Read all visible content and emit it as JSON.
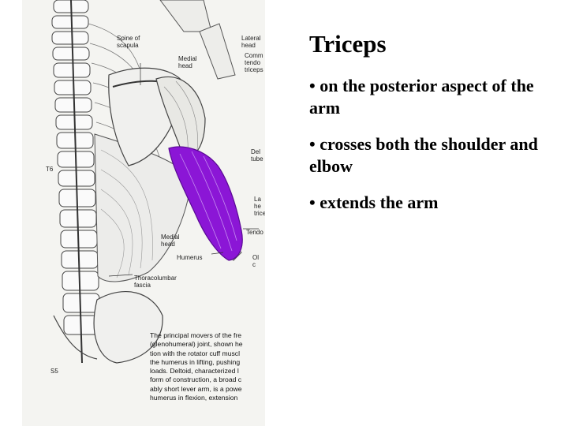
{
  "slide": {
    "title": "Triceps",
    "bullets": [
      "• on the posterior aspect of the arm",
      "• crosses both the shoulder and elbow",
      "• extends the arm"
    ]
  },
  "figure": {
    "labels": {
      "spine_of_scapula": "Spine of\nscapula",
      "medial_head_top": "Medial\nhead",
      "lateral_head_top": "Lateral\nhead",
      "common_tendon": "Comm\ntendo\ntriceps b",
      "t6": "T6",
      "deltoid_tuberosity": "Del\ntube",
      "lateral_head_side": "La\nhe\ntricep",
      "tendon": "Tendo",
      "medial_head": "Medial\nhead",
      "humerus": "Humerus",
      "olecranon": "Ol\nc",
      "thoracolumbar": "Thoracolumbar\nfascia",
      "s5": "S5"
    },
    "caption": "The principal movers of the fre\n(glenohumeral) joint, shown he\ntion with the rotator cuff muscl\nthe humerus in lifting, pushing\nloads. Deltoid, characterized l\nform of construction, a broad c\nably short lever arm, is a powe\nhumerus in flexion, extension",
    "highlight_color": "#8b16d6"
  }
}
